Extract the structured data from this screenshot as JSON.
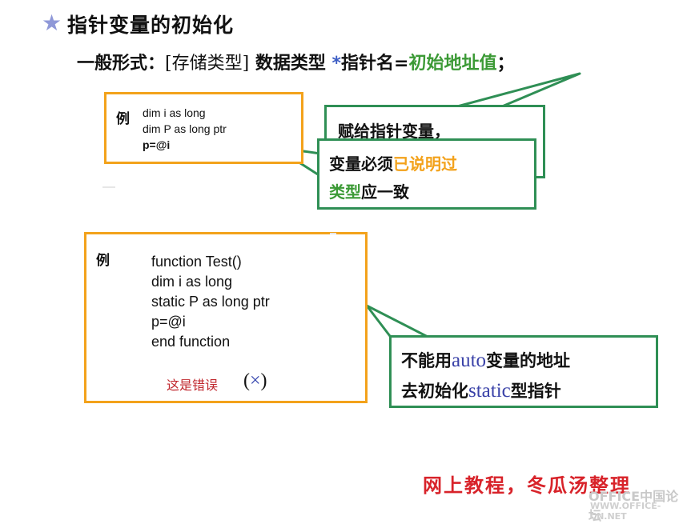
{
  "slide": {
    "star_glyph": "★",
    "title": "指针变量的初始化",
    "general_form": {
      "prefix": "一般形式：",
      "storage": "[存储类型]",
      "datatype": " 数据类型 ",
      "star": "*",
      "ptr_name": "指针名",
      "equals": "=",
      "init_addr": "初始地址值",
      "semicolon": "；"
    }
  },
  "example1": {
    "label": "例",
    "lines": [
      "dim i as long",
      "dim P as long ptr",
      "p=@i"
    ]
  },
  "callout_a": {
    "text": "赋给指针变量，"
  },
  "callout_b": {
    "line1_pre": "变量必须",
    "line1_hl": "已说明过",
    "line2_hl": "类型",
    "line2_post": "应一致"
  },
  "example2": {
    "label": "例",
    "lines": [
      "function Test()",
      "dim i as long",
      "static P as long ptr",
      "p=@i",
      "end function"
    ],
    "error_text": "这是错误",
    "cross_open": "(",
    "cross_mark": "×",
    "cross_close": ")"
  },
  "callout_c": {
    "line1_a": "不能用",
    "line1_b": "auto",
    "line1_c": "变量的地址",
    "line2_a": "去初始化",
    "line2_b": "static",
    "line2_c": "型指针"
  },
  "credit": "网上教程，冬瓜汤整理",
  "watermark": {
    "line1": "OFFICE中国论坛",
    "line2": "WWW.OFFICE-CN.NET"
  },
  "colors": {
    "orange": "#f3a21b",
    "green": "#2f8f55",
    "blue": "#3a42a8",
    "red": "#d8232a"
  }
}
